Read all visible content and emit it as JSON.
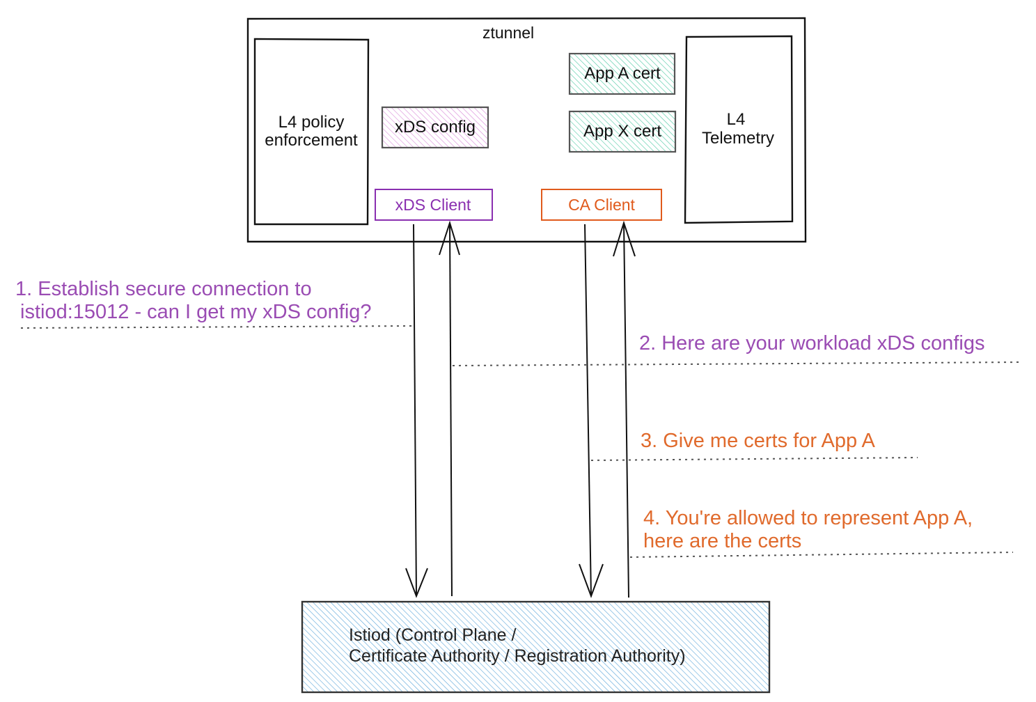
{
  "colors": {
    "purple": "#9a4cb3",
    "orange": "#e06a2c",
    "client_purple": "#8a2fb0",
    "client_orange": "#e05a1c",
    "hatch_green": "#4fc9a4",
    "hatch_pink": "#d88ad8",
    "hatch_blue": "#5aa5d8",
    "ink": "#111111"
  },
  "ztunnel": {
    "title": "ztunnel",
    "policy_box": {
      "line1": "L4 policy",
      "line2": "enforcement"
    },
    "telemetry_box": {
      "line1": "L4",
      "line2": "Telemetry"
    },
    "xds_config": "xDS config",
    "app_a_cert": "App A cert",
    "app_x_cert": "App X cert",
    "xds_client": "xDS Client",
    "ca_client": "CA Client"
  },
  "istiod": {
    "line1": "Istiod (Control Plane /",
    "line2": "Certificate Authority / Registration Authority)"
  },
  "steps": {
    "step1": {
      "line1": "1. Establish secure connection to",
      "line2": "istiod:15012 - can I get my xDS config?"
    },
    "step2": {
      "line1": "2. Here are your workload xDS configs"
    },
    "step3": {
      "line1": "3. Give me certs for App A"
    },
    "step4": {
      "line1": "4. You're allowed to represent App A,",
      "line2": "here are the certs"
    }
  }
}
